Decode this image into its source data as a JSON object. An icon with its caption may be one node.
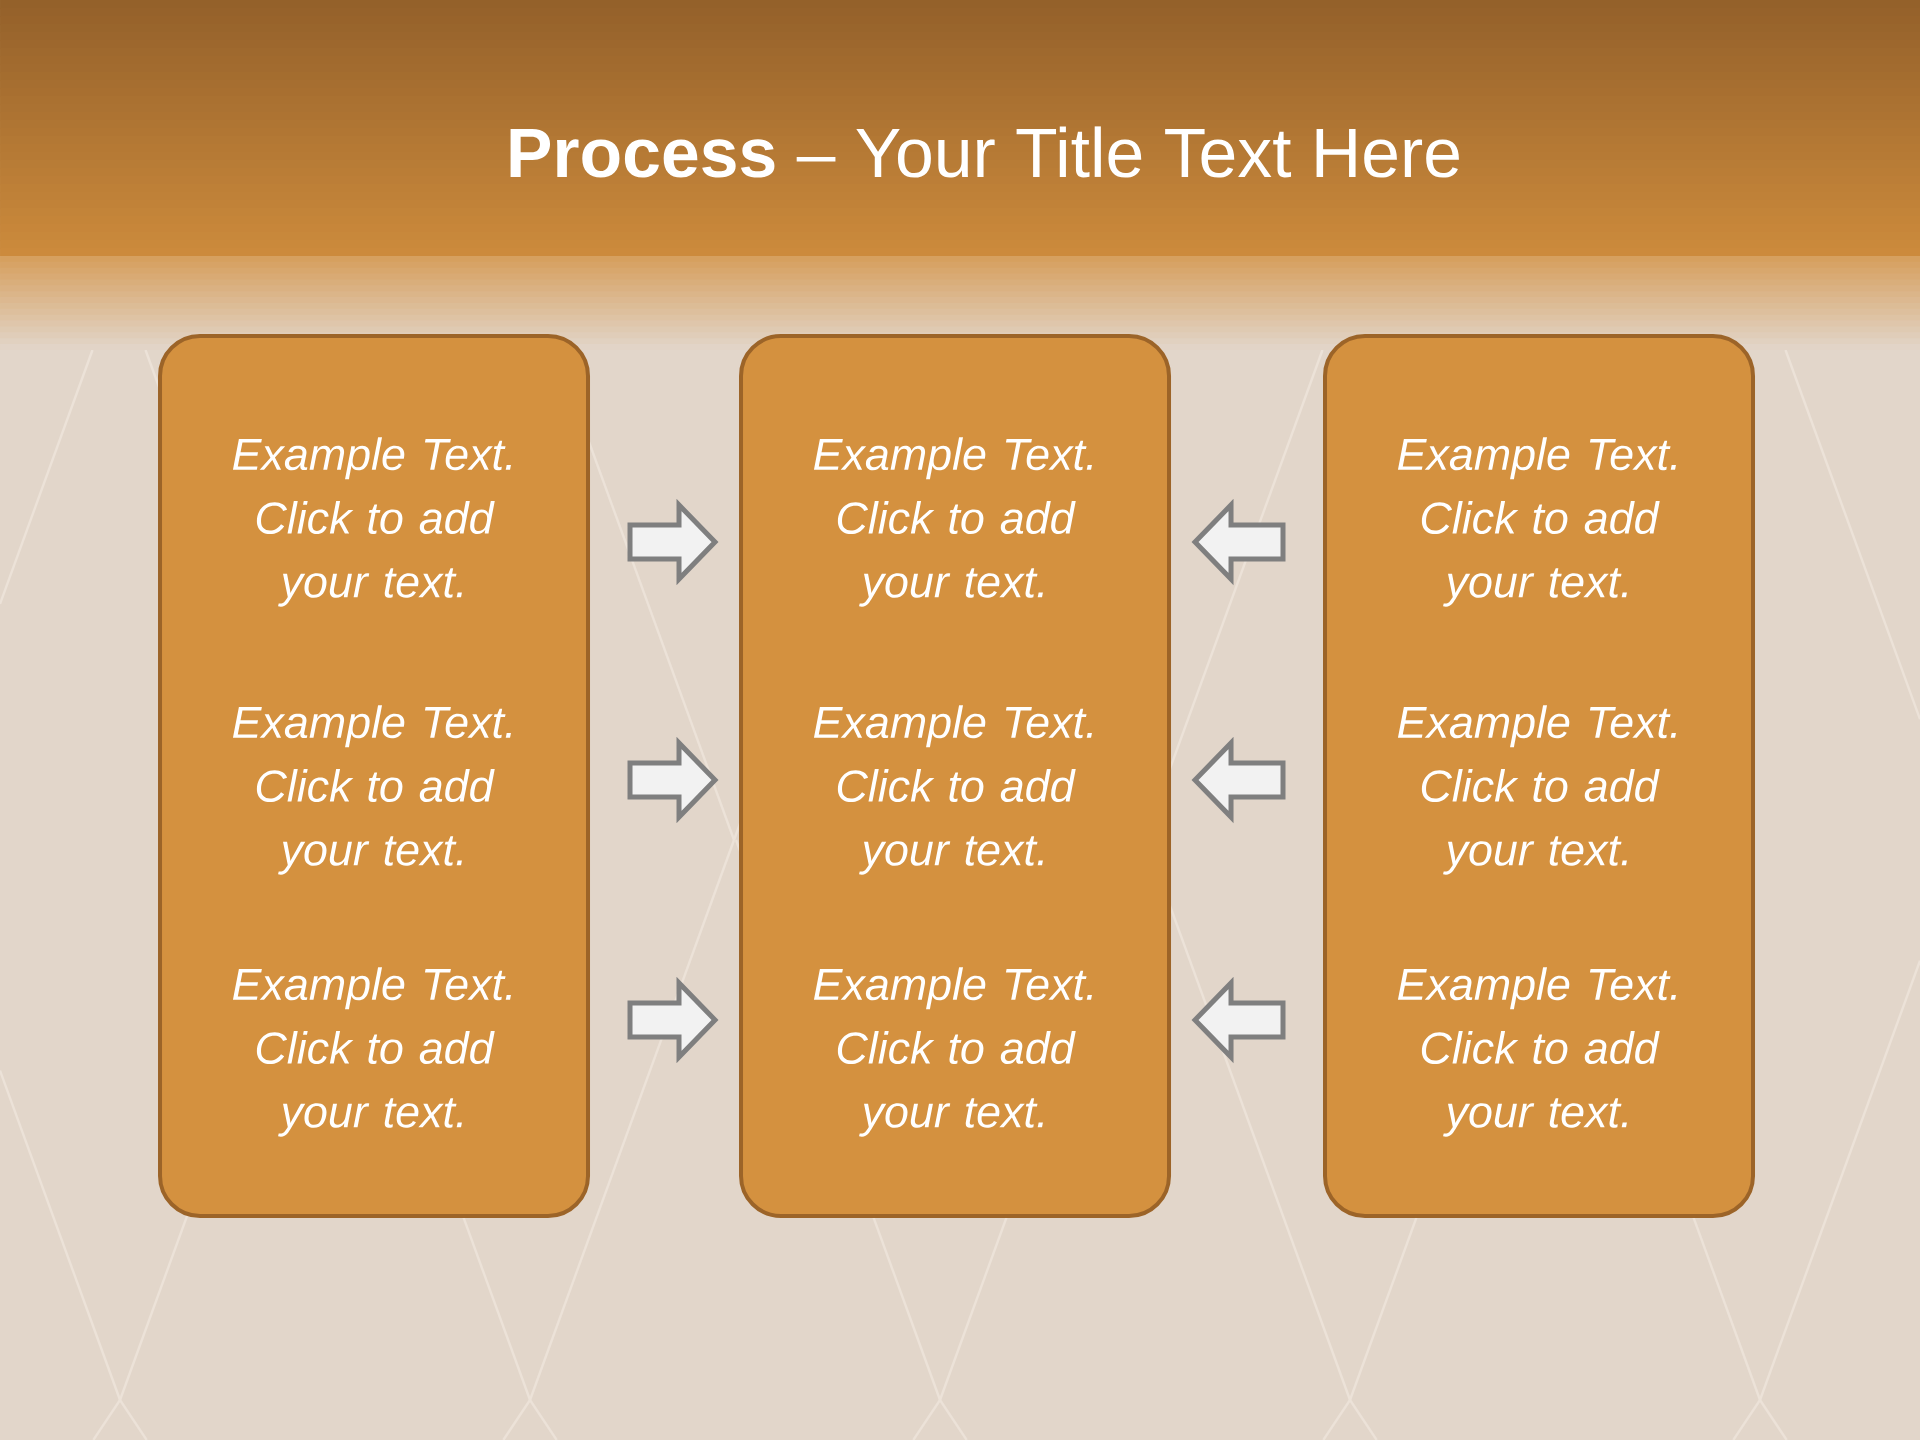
{
  "diagram": {
    "title": "**Process** – Your Title Text Here",
    "nodes": [
      {
        "text": [
          "Example Text. Click to add your text.",
          "Example Text. Click to add your text.",
          "Example Text. Click to add your text."
        ]
      },
      {
        "text": [
          "Example Text. Click to add your text.",
          "Example Text. Click to add your text.",
          "Example Text. Click to add your text."
        ]
      },
      {
        "text": [
          "Example Text. Click to add your text.",
          "Example Text. Click to add your text.",
          "Example Text. Click to add your text."
        ]
      }
    ],
    "edges": [
      {
        "from": 0,
        "to": 1,
        "arrow": "to"
      },
      {
        "from": 2,
        "to": 1,
        "arrow": "to"
      },
      {
        "from": 0,
        "to": 1,
        "arrow": "to"
      },
      {
        "from": 2,
        "to": 1,
        "arrow": "to"
      },
      {
        "from": 0,
        "to": 1,
        "arrow": "to"
      },
      {
        "from": 2,
        "to": 1,
        "arrow": "to"
      }
    ]
  }
}
